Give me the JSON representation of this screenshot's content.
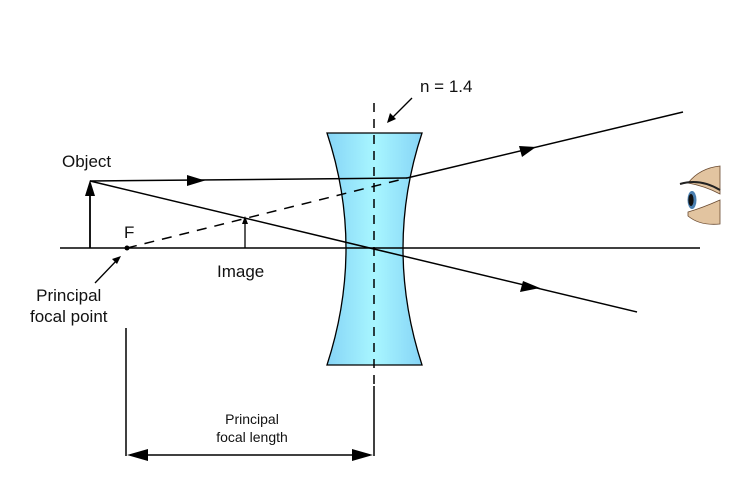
{
  "labels": {
    "object": "Object",
    "focal_point_symbol": "F",
    "principal_focal_point": [
      "Principal",
      "focal point"
    ],
    "image": "Image",
    "refractive_index": "n = 1.4",
    "principal_focal_length": [
      "Principal",
      "focal length"
    ]
  },
  "colors": {
    "lens_edge": "#8fe6f8",
    "lens_center": "#a6f4ff",
    "lens_side": "#8fd8f5",
    "line": "#000000"
  }
}
